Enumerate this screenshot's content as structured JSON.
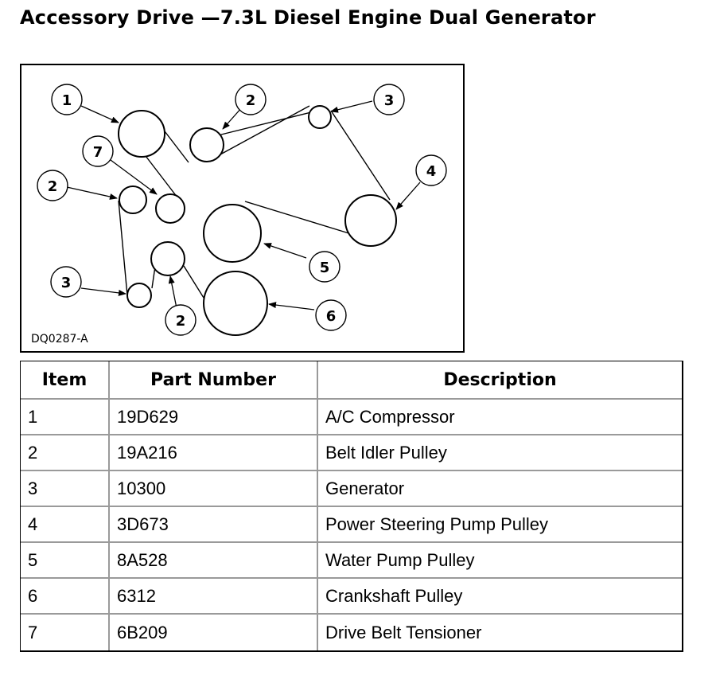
{
  "page": {
    "title": "Accessory Drive —7.3L Diesel Engine Dual Generator"
  },
  "figure": {
    "code": "DQ0287-A",
    "callouts": {
      "c1": "1",
      "c2a": "2",
      "c3a": "3",
      "c4": "4",
      "c7": "7",
      "c2b": "2",
      "c5": "5",
      "c3b": "3",
      "c2c": "2",
      "c6": "6"
    }
  },
  "parts_table": {
    "headers": {
      "item": "Item",
      "part_number": "Part Number",
      "description": "Description"
    },
    "rows": [
      {
        "item": "1",
        "part_number": "19D629",
        "description": "A/C Compressor"
      },
      {
        "item": "2",
        "part_number": "19A216",
        "description": "Belt Idler Pulley"
      },
      {
        "item": "3",
        "part_number": "10300",
        "description": "Generator"
      },
      {
        "item": "4",
        "part_number": "3D673",
        "description": "Power Steering Pump Pulley"
      },
      {
        "item": "5",
        "part_number": "8A528",
        "description": "Water Pump Pulley"
      },
      {
        "item": "6",
        "part_number": "6312",
        "description": "Crankshaft Pulley"
      },
      {
        "item": "7",
        "part_number": "6B209",
        "description": "Drive Belt Tensioner"
      }
    ]
  }
}
